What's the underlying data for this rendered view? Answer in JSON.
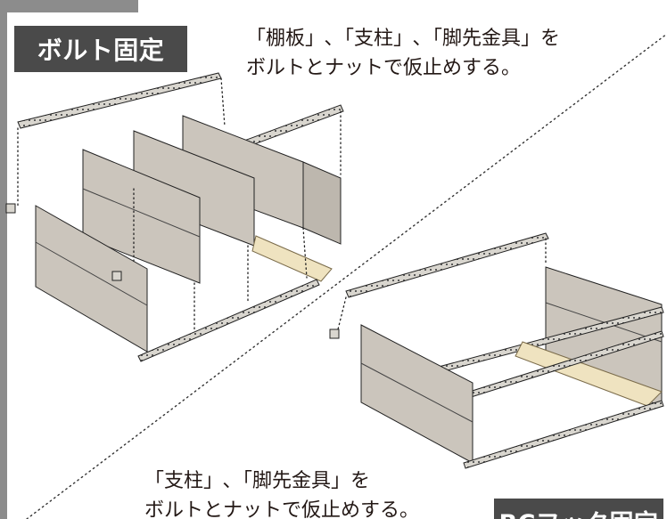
{
  "bolt_section": {
    "label": "ボルト固定",
    "caption_lines": [
      "「棚板」､「支柱」､「脚先金具」を",
      "ボルトとナットで仮止めする。"
    ]
  },
  "bc_hook_section": {
    "label": "BCフック固定",
    "caption_lines": [
      "「支柱」､「脚先金具」を",
      "ボルトとナットで仮止めする。"
    ]
  }
}
